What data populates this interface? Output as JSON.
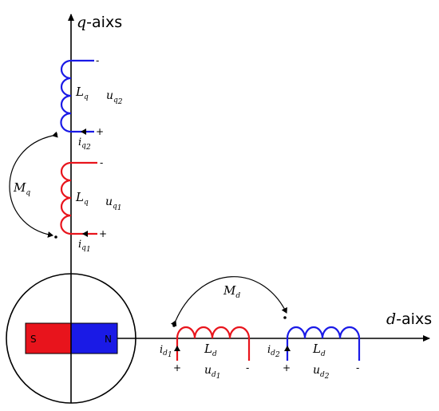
{
  "axes": {
    "q_axis": {
      "var": "q",
      "suffix": "-aixs"
    },
    "d_axis": {
      "var": "d",
      "suffix": "-aixs"
    }
  },
  "magnet": {
    "south_label": "S",
    "north_label": "N"
  },
  "q_coil_upper": {
    "inductance": {
      "base": "L",
      "sub": "q"
    },
    "voltage": {
      "base": "u",
      "sub": "q",
      "subsub": "2"
    },
    "current": {
      "base": "i",
      "sub": "q",
      "subsub": "2"
    },
    "sign_top": "-",
    "sign_bottom": "+"
  },
  "q_coil_lower": {
    "inductance": {
      "base": "L",
      "sub": "q"
    },
    "voltage": {
      "base": "u",
      "sub": "q",
      "subsub": "1"
    },
    "current": {
      "base": "i",
      "sub": "q",
      "subsub": "1"
    },
    "sign_top": "-",
    "sign_bottom": "+"
  },
  "q_mutual": {
    "base": "M",
    "sub": "q"
  },
  "d_coil_left": {
    "inductance": {
      "base": "L",
      "sub": "d"
    },
    "voltage": {
      "base": "u",
      "sub": "d",
      "subsub": "1"
    },
    "current": {
      "base": "i",
      "sub": "d",
      "subsub": "1"
    },
    "sign_left": "+",
    "sign_right": "-"
  },
  "d_coil_right": {
    "inductance": {
      "base": "L",
      "sub": "d"
    },
    "voltage": {
      "base": "u",
      "sub": "d",
      "subsub": "2"
    },
    "current": {
      "base": "i",
      "sub": "d",
      "subsub": "2"
    },
    "sign_left": "+",
    "sign_right": "-"
  },
  "d_mutual": {
    "base": "M",
    "sub": "d"
  },
  "colors": {
    "red": "#e8141c",
    "blue": "#1a1ae6",
    "black": "#000000"
  }
}
